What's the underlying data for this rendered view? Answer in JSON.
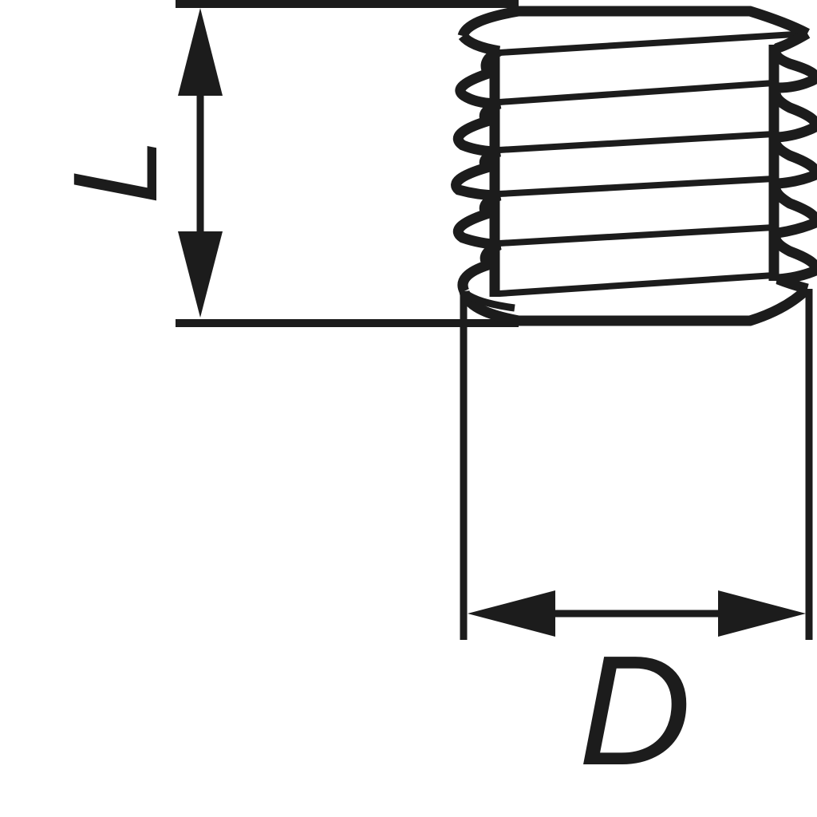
{
  "diagram": {
    "subject": "threaded-stud",
    "labels": {
      "length": "L",
      "diameter": "D"
    },
    "colors": {
      "line": "#1c1c1c",
      "background": "#ffffff"
    }
  }
}
